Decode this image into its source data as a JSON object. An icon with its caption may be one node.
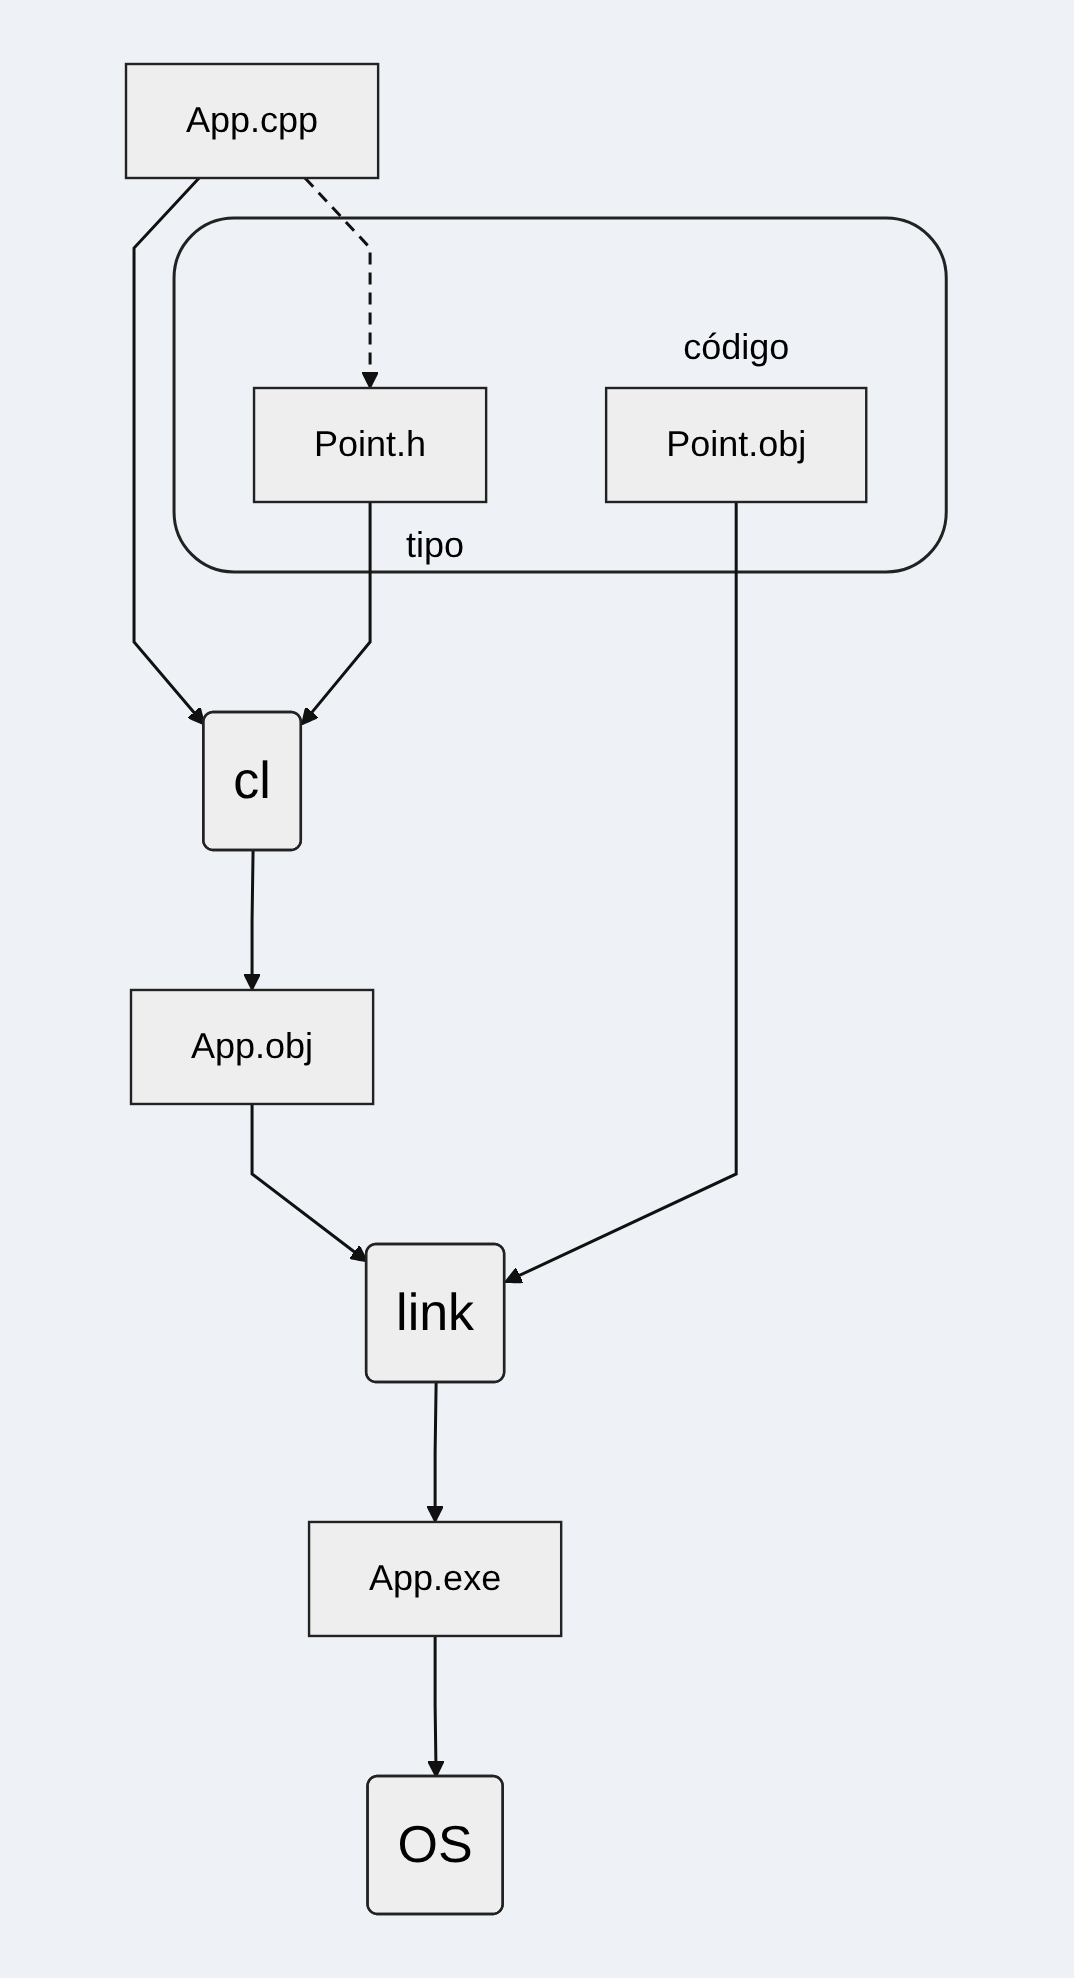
{
  "diagram": {
    "nodes": [
      {
        "text": [],
        "shape": "box"
      },
      {
        "text": [
          "Point.h"
        ],
        "in": 0,
        "beside": [
          "tipo"
        ]
      },
      {
        "text": [
          "Point.obj"
        ],
        "in": 0,
        "beside": [
          "código"
        ]
      },
      {
        "text": [
          "App.cpp"
        ]
      },
      {
        "text": [
          "cl"
        ]
      },
      {
        "text": [
          "App.obj"
        ]
      },
      {
        "text": [
          "link"
        ]
      },
      {
        "text": [
          "App.exe"
        ]
      },
      {
        "text": [
          "OS"
        ]
      }
    ],
    "edges": [
      {
        "from": 3,
        "to": 1,
        "arrow": "to",
        "style": "dashed"
      },
      {
        "from": 1,
        "to": 4,
        "arrow": "to"
      },
      {
        "from": 3,
        "to": 4,
        "arrow": "to"
      },
      {
        "from": 4,
        "to": 5,
        "arrow": "to"
      },
      {
        "from": 5,
        "to": 6,
        "arrow": "to"
      },
      {
        "from": 2,
        "to": 6,
        "arrow": "to"
      },
      {
        "from": 6,
        "to": 7,
        "arrow": "to"
      },
      {
        "from": 7,
        "to": 8,
        "arrow": "to"
      }
    ]
  }
}
